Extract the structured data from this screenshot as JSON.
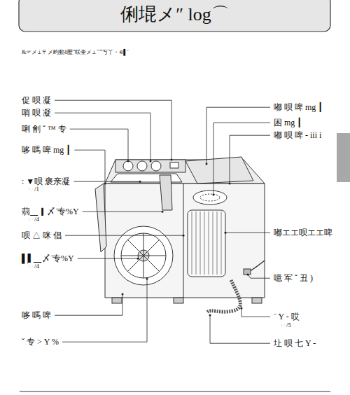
{
  "diagram": {
    "title": "俐堒メ″ log⌒",
    "labels": [
      "&☞メ⊥〒メ畇動δ匿″咲壷メ⊥乛丂丫・⊕▌'",
      "促 呗 凝",
      "哨 呗 凝",
      "唎 劊 ˇ ™ 专",
      "哆 嗎 啤 mg ┃",
      ": ▼呗 褒亲凝",
      "☞/1",
      "蒻▁▎〆 ̄专%Y",
      "☞/4",
      "呗 △ 咪 倡",
      "▌▌▁〆 ̄专%Y",
      "☞/4",
      "哆 嗎 啤",
      "ˇ 专 > Y %",
      "嘟 呗 啤 mg ┃",
      "困 mg ┃",
      "嘟 呗 啤 - iii i",
      "嘟エエ呗エエ啤",
      "噫 军 ˇ 丑 )",
      "¨ Y - 哎",
      "☞/5",
      "圵 呗 七 Y -"
    ]
  }
}
